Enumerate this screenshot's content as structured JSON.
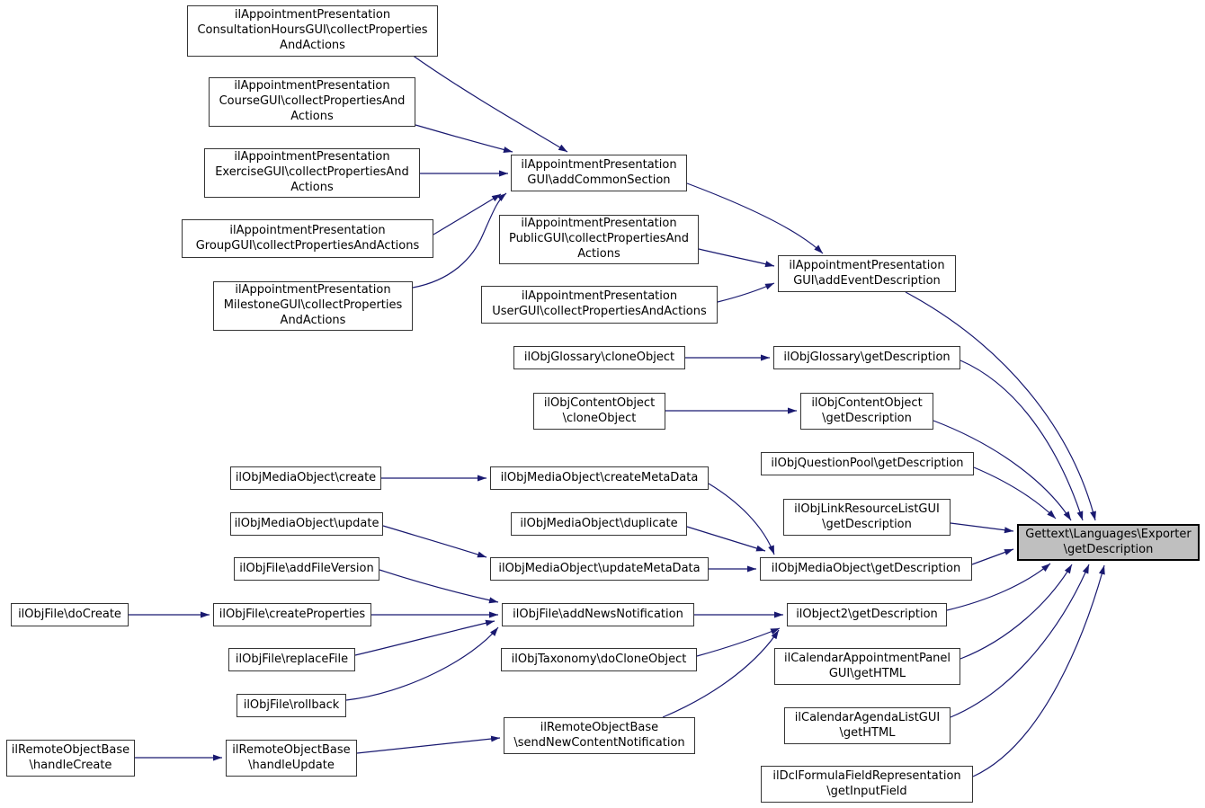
{
  "diagram": {
    "type": "call-graph",
    "direction": "left-to-right",
    "colors": {
      "background": "#ffffff",
      "edge": "#191970",
      "node_fill": "#ffffff",
      "node_border": "#353535",
      "focus_fill": "#bfbfbf",
      "focus_border": "#000000"
    },
    "focus_node": "gettext-languages-exporter-getdescription",
    "nodes": [
      {
        "id": "consultationhoursgui-collectpropertiesandactions",
        "label": "ilAppointmentPresentation\nConsultationHoursGUI\\collectProperties\nAndActions"
      },
      {
        "id": "coursegui-collectpropertiesandactions",
        "label": "ilAppointmentPresentation\nCourseGUI\\collectPropertiesAnd\nActions"
      },
      {
        "id": "exercisegui-collectpropertiesandactions",
        "label": "ilAppointmentPresentation\nExerciseGUI\\collectPropertiesAnd\nActions"
      },
      {
        "id": "groupgui-collectpropertiesandactions",
        "label": "ilAppointmentPresentation\nGroupGUI\\collectPropertiesAndActions"
      },
      {
        "id": "milestonegui-collectpropertiesandactions",
        "label": "ilAppointmentPresentation\nMilestoneGUI\\collectProperties\nAndActions"
      },
      {
        "id": "gui-addcommonsection",
        "label": "ilAppointmentPresentation\nGUI\\addCommonSection"
      },
      {
        "id": "publicgui-collectpropertiesandactions",
        "label": "ilAppointmentPresentation\nPublicGUI\\collectPropertiesAnd\nActions"
      },
      {
        "id": "usergui-collectpropertiesandactions",
        "label": "ilAppointmentPresentation\nUserGUI\\collectPropertiesAndActions"
      },
      {
        "id": "gui-addeventdescription",
        "label": "ilAppointmentPresentation\nGUI\\addEventDescription"
      },
      {
        "id": "ilobjglossary-cloneobject",
        "label": "ilObjGlossary\\cloneObject"
      },
      {
        "id": "ilobjglossary-getdescription",
        "label": "ilObjGlossary\\getDescription"
      },
      {
        "id": "ilobjcontentobject-cloneobject",
        "label": "ilObjContentObject\n\\cloneObject"
      },
      {
        "id": "ilobjcontentobject-getdescription",
        "label": "ilObjContentObject\n\\getDescription"
      },
      {
        "id": "ilobjquestionpool-getdescription",
        "label": "ilObjQuestionPool\\getDescription"
      },
      {
        "id": "ilobjlinkresourcelistgui-getdescription",
        "label": "ilObjLinkResourceListGUI\n\\getDescription"
      },
      {
        "id": "ilobjmediaobject-create",
        "label": "ilObjMediaObject\\create"
      },
      {
        "id": "ilobjmediaobject-createmetadata",
        "label": "ilObjMediaObject\\createMetaData"
      },
      {
        "id": "ilobjmediaobject-update",
        "label": "ilObjMediaObject\\update"
      },
      {
        "id": "ilobjmediaobject-duplicate",
        "label": "ilObjMediaObject\\duplicate"
      },
      {
        "id": "ilobjfile-addfileversion",
        "label": "ilObjFile\\addFileVersion"
      },
      {
        "id": "ilobjmediaobject-updatemetadata",
        "label": "ilObjMediaObject\\updateMetaData"
      },
      {
        "id": "ilobjmediaobject-getdescription",
        "label": "ilObjMediaObject\\getDescription"
      },
      {
        "id": "ilobjfile-docreate",
        "label": "ilObjFile\\doCreate"
      },
      {
        "id": "ilobjfile-createproperties",
        "label": "ilObjFile\\createProperties"
      },
      {
        "id": "ilobjfile-addnewsnotification",
        "label": "ilObjFile\\addNewsNotification"
      },
      {
        "id": "ilobject2-getdescription",
        "label": "ilObject2\\getDescription"
      },
      {
        "id": "ilobjfile-replacefile",
        "label": "ilObjFile\\replaceFile"
      },
      {
        "id": "ilobjtaxonomy-docloneobject",
        "label": "ilObjTaxonomy\\doCloneObject"
      },
      {
        "id": "ilcalendarappointmentpanelgui-gethtml",
        "label": "ilCalendarAppointmentPanel\nGUI\\getHTML"
      },
      {
        "id": "ilobjfile-rollback",
        "label": "ilObjFile\\rollback"
      },
      {
        "id": "ilcalendaragendalistgui-gethtml",
        "label": "ilCalendarAgendaListGUI\n\\getHTML"
      },
      {
        "id": "ilremoteobjectbase-handlecreate",
        "label": "ilRemoteObjectBase\n\\handleCreate"
      },
      {
        "id": "ilremoteobjectbase-handleupdate",
        "label": "ilRemoteObjectBase\n\\handleUpdate"
      },
      {
        "id": "ilremoteobjectbase-sendnewcontentnotification",
        "label": "ilRemoteObjectBase\n\\sendNewContentNotification"
      },
      {
        "id": "ildclformulafieldrepresentation-getinputfield",
        "label": "ilDclFormulaFieldRepresentation\n\\getInputField"
      },
      {
        "id": "gettext-languages-exporter-getdescription",
        "label": "Gettext\\Languages\\Exporter\n\\getDescription"
      }
    ],
    "edges": [
      {
        "from": "consultationhoursgui-collectpropertiesandactions",
        "to": "gui-addcommonsection"
      },
      {
        "from": "coursegui-collectpropertiesandactions",
        "to": "gui-addcommonsection"
      },
      {
        "from": "exercisegui-collectpropertiesandactions",
        "to": "gui-addcommonsection"
      },
      {
        "from": "groupgui-collectpropertiesandactions",
        "to": "gui-addcommonsection"
      },
      {
        "from": "milestonegui-collectpropertiesandactions",
        "to": "gui-addcommonsection"
      },
      {
        "from": "gui-addcommonsection",
        "to": "gui-addeventdescription"
      },
      {
        "from": "publicgui-collectpropertiesandactions",
        "to": "gui-addeventdescription"
      },
      {
        "from": "usergui-collectpropertiesandactions",
        "to": "gui-addeventdescription"
      },
      {
        "from": "gui-addeventdescription",
        "to": "gettext-languages-exporter-getdescription"
      },
      {
        "from": "ilobjglossary-cloneobject",
        "to": "ilobjglossary-getdescription"
      },
      {
        "from": "ilobjglossary-getdescription",
        "to": "gettext-languages-exporter-getdescription"
      },
      {
        "from": "ilobjcontentobject-cloneobject",
        "to": "ilobjcontentobject-getdescription"
      },
      {
        "from": "ilobjcontentobject-getdescription",
        "to": "gettext-languages-exporter-getdescription"
      },
      {
        "from": "ilobjquestionpool-getdescription",
        "to": "gettext-languages-exporter-getdescription"
      },
      {
        "from": "ilobjlinkresourcelistgui-getdescription",
        "to": "gettext-languages-exporter-getdescription"
      },
      {
        "from": "ilobjmediaobject-create",
        "to": "ilobjmediaobject-createmetadata"
      },
      {
        "from": "ilobjmediaobject-createmetadata",
        "to": "ilobjmediaobject-getdescription"
      },
      {
        "from": "ilobjmediaobject-update",
        "to": "ilobjmediaobject-updatemetadata"
      },
      {
        "from": "ilobjmediaobject-duplicate",
        "to": "ilobjmediaobject-getdescription"
      },
      {
        "from": "ilobjmediaobject-updatemetadata",
        "to": "ilobjmediaobject-getdescription"
      },
      {
        "from": "ilobjmediaobject-getdescription",
        "to": "gettext-languages-exporter-getdescription"
      },
      {
        "from": "ilobjfile-addfileversion",
        "to": "ilobjfile-addnewsnotification"
      },
      {
        "from": "ilobjfile-docreate",
        "to": "ilobjfile-createproperties"
      },
      {
        "from": "ilobjfile-createproperties",
        "to": "ilobjfile-addnewsnotification"
      },
      {
        "from": "ilobjfile-replacefile",
        "to": "ilobjfile-addnewsnotification"
      },
      {
        "from": "ilobjfile-rollback",
        "to": "ilobjfile-addnewsnotification"
      },
      {
        "from": "ilobjfile-addnewsnotification",
        "to": "ilobject2-getdescription"
      },
      {
        "from": "ilobjtaxonomy-docloneobject",
        "to": "ilobject2-getdescription"
      },
      {
        "from": "ilremoteobjectbase-sendnewcontentnotification",
        "to": "ilobject2-getdescription"
      },
      {
        "from": "ilobject2-getdescription",
        "to": "gettext-languages-exporter-getdescription"
      },
      {
        "from": "ilcalendarappointmentpanelgui-gethtml",
        "to": "gettext-languages-exporter-getdescription"
      },
      {
        "from": "ilcalendaragendalistgui-gethtml",
        "to": "gettext-languages-exporter-getdescription"
      },
      {
        "from": "ildclformulafieldrepresentation-getinputfield",
        "to": "gettext-languages-exporter-getdescription"
      },
      {
        "from": "ilremoteobjectbase-handlecreate",
        "to": "ilremoteobjectbase-handleupdate"
      },
      {
        "from": "ilremoteobjectbase-handleupdate",
        "to": "ilremoteobjectbase-sendnewcontentnotification"
      }
    ]
  }
}
